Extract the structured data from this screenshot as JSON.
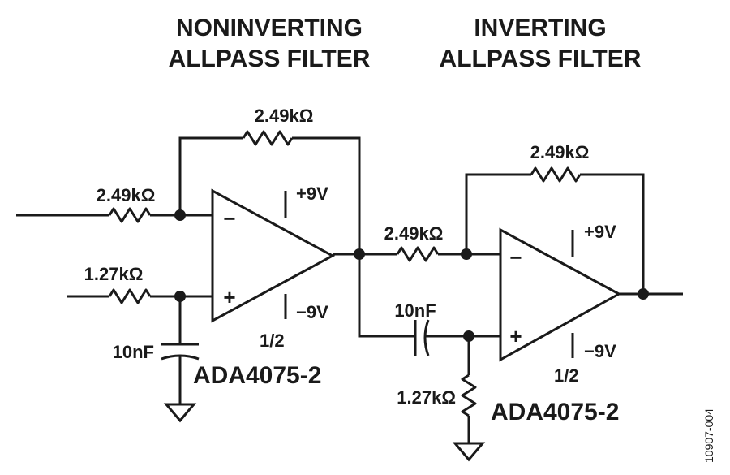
{
  "titles": {
    "noninverting_line1": "NONINVERTING",
    "noninverting_line2": "ALLPASS FILTER",
    "inverting_line1": "INVERTING",
    "inverting_line2": "ALLPASS FILTER"
  },
  "stage1": {
    "feedback_resistor": "2.49kΩ",
    "input_resistor": "2.49kΩ",
    "plus_resistor": "1.27kΩ",
    "capacitor": "10nF",
    "supply_pos": "+9V",
    "supply_neg": "−9V",
    "section": "1/2",
    "part": "ADA4075-2",
    "minus_sign": "−",
    "plus_sign": "+"
  },
  "stage2": {
    "feedback_resistor": "2.49kΩ",
    "input_resistor": "2.49kΩ",
    "plus_resistor": "1.27kΩ",
    "capacitor": "10nF",
    "supply_pos": "+9V",
    "supply_neg": "−9V",
    "section": "1/2",
    "part": "ADA4075-2",
    "minus_sign": "−",
    "plus_sign": "+"
  },
  "figure_code": "10907-004"
}
